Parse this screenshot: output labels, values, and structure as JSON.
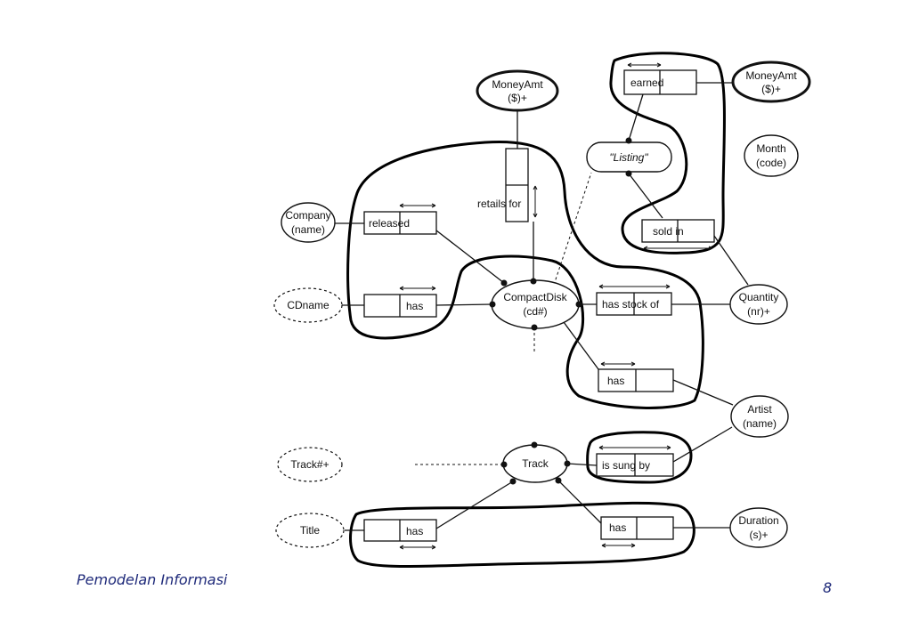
{
  "footer": {
    "course": "Pemodelan Informasi",
    "page_number": "8"
  },
  "entities": {
    "moneyamt_center_line1": "MoneyAmt",
    "moneyamt_center_line2": "($)+",
    "moneyamt_right_line1": "MoneyAmt",
    "moneyamt_right_line2": "($)+",
    "month_line1": "Month",
    "month_line2": "(code)",
    "company_line1": "Company",
    "company_line2": "(name)",
    "cdname": "CDname",
    "compactdisk_line1": "CompactDisk",
    "compactdisk_line2": "(cd#)",
    "quantity_line1": "Quantity",
    "quantity_line2": "(nr)+",
    "artist_line1": "Artist",
    "artist_line2": "(name)",
    "tracknr": "Track#+",
    "track": "Track",
    "title": "Title",
    "duration_line1": "Duration",
    "duration_line2": "(s)+",
    "listing": "\"Listing\""
  },
  "roles": {
    "earned": "earned",
    "retails_for": "retails for",
    "released": "released",
    "sold_in": "sold in",
    "has_cd": "has",
    "has_stock_of": "has stock of",
    "has_artist": "has",
    "is_sung_by": "is sung by",
    "has_title": "has",
    "has_duration": "has"
  }
}
